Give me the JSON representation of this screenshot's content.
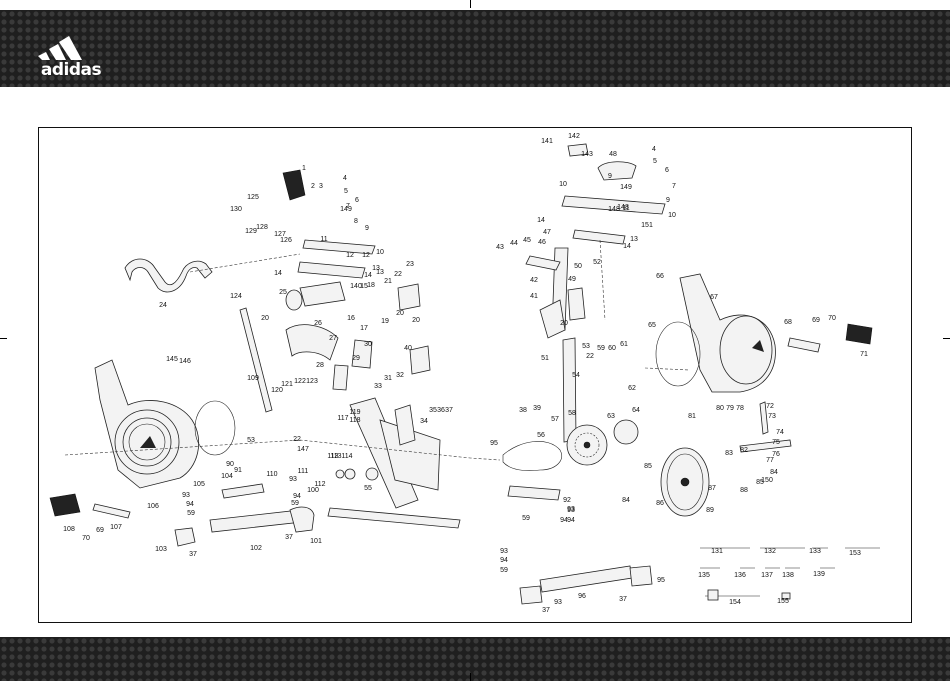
{
  "brand": {
    "logo_text": "adidas"
  },
  "diagram": {
    "callouts": [
      "1",
      "2",
      "3",
      "4",
      "5",
      "6",
      "7",
      "8",
      "9",
      "10",
      "11",
      "12",
      "13",
      "14",
      "15",
      "16",
      "17",
      "18",
      "19",
      "20",
      "21",
      "22",
      "23",
      "24",
      "25",
      "26",
      "27",
      "28",
      "29",
      "30",
      "31",
      "32",
      "33",
      "34",
      "35",
      "36",
      "37",
      "38",
      "39",
      "40",
      "41",
      "42",
      "43",
      "44",
      "45",
      "46",
      "47",
      "48",
      "49",
      "50",
      "51",
      "52",
      "53",
      "54",
      "55",
      "56",
      "57",
      "58",
      "59",
      "60",
      "61",
      "62",
      "63",
      "64",
      "65",
      "66",
      "67",
      "68",
      "69",
      "70",
      "71",
      "72",
      "73",
      "74",
      "75",
      "76",
      "77",
      "78",
      "79",
      "80",
      "81",
      "82",
      "83",
      "84",
      "85",
      "86",
      "87",
      "88",
      "89",
      "90",
      "91",
      "92",
      "93",
      "94",
      "95",
      "96",
      "100",
      "101",
      "102",
      "103",
      "104",
      "105",
      "106",
      "107",
      "108",
      "109",
      "110",
      "111",
      "112",
      "113",
      "114",
      "117",
      "118",
      "119",
      "120",
      "121",
      "122",
      "123",
      "124",
      "125",
      "126",
      "127",
      "128",
      "129",
      "130",
      "131",
      "132",
      "133",
      "135",
      "136",
      "137",
      "138",
      "139",
      "140",
      "141",
      "142",
      "143",
      "145",
      "146",
      "147",
      "148",
      "149",
      "150",
      "151",
      "153",
      "154",
      "155"
    ]
  }
}
